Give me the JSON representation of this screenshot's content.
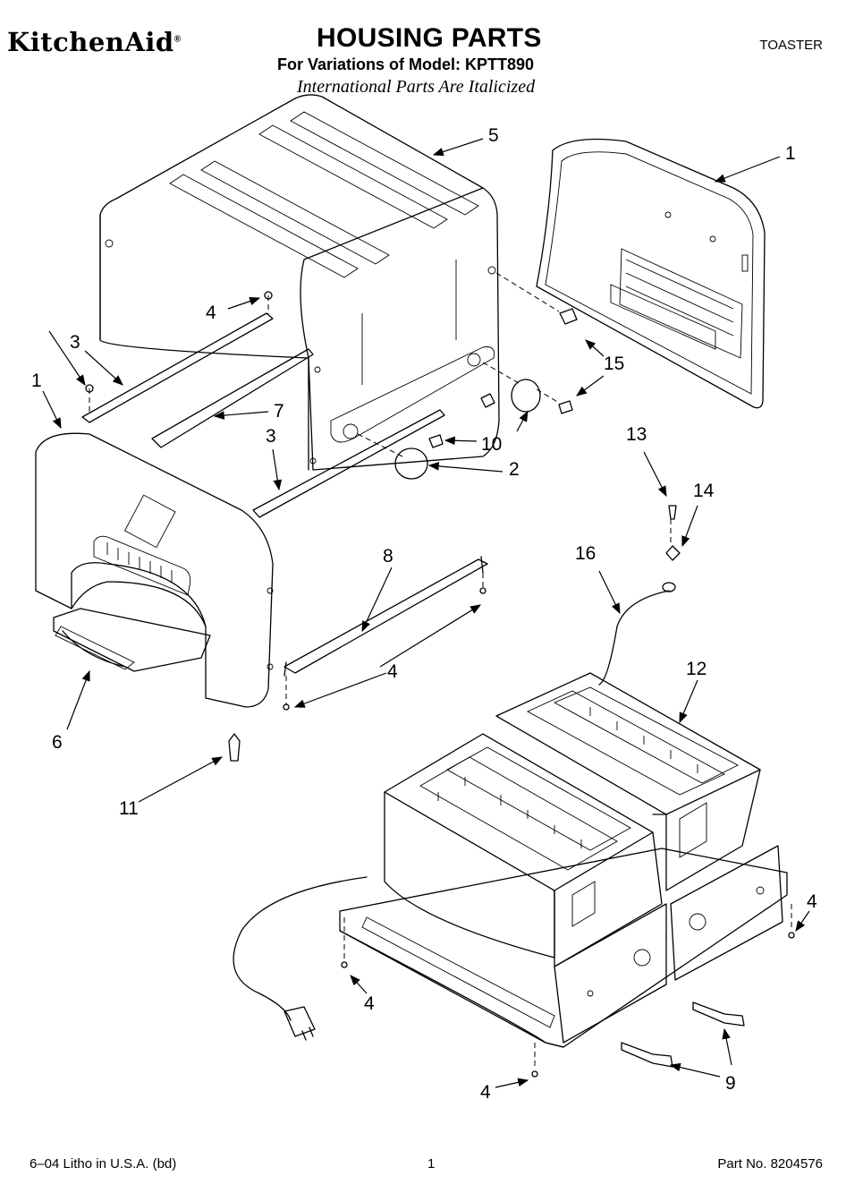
{
  "header": {
    "brand": "KitchenAid",
    "brand_mark": "®",
    "title": "HOUSING PARTS",
    "subtitle": "For Variations of Model: KPTT890",
    "note": "International Parts Are Italicized",
    "category": "TOASTER"
  },
  "callouts": [
    "1",
    "5",
    "4",
    "3",
    "1",
    "7",
    "3",
    "15",
    "10",
    "2",
    "13",
    "14",
    "8",
    "16",
    "4",
    "6",
    "11",
    "12",
    "4",
    "4",
    "4",
    "9"
  ],
  "footer": {
    "left": "6–04 Litho in U.S.A. (bd)",
    "page": "1",
    "part_no": "Part No. 8204576"
  }
}
